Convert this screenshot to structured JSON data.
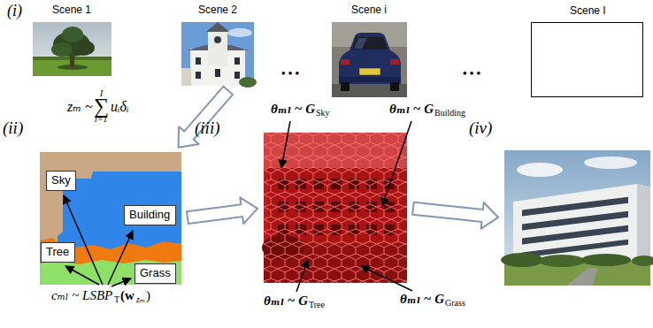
{
  "diagram": {
    "nodes": [
      {
        "text": [
          "Scene 1"
        ]
      },
      {
        "text": [
          "Scene 2"
        ]
      },
      {
        "text": [
          "Scene i"
        ]
      },
      {
        "text": [
          "Scene I"
        ]
      },
      {
        "text": [
          "(ii)"
        ]
      },
      {
        "text": [
          "Sky"
        ],
        "in": 4
      },
      {
        "text": [
          "Building"
        ],
        "in": 4
      },
      {
        "text": [
          "Tree"
        ],
        "in": 4
      },
      {
        "text": [
          "Grass"
        ],
        "in": 4
      },
      {
        "text": [
          "(iii)"
        ]
      },
      {
        "text": [
          "(iv)"
        ]
      }
    ],
    "edges": [
      {
        "from": 1,
        "to": 4,
        "arrow": "to"
      },
      {
        "from": 4,
        "to": 9,
        "arrow": "to"
      },
      {
        "from": 9,
        "to": 10,
        "arrow": "to"
      }
    ],
    "labels": [
      "(i)",
      "• • •",
      "• • •",
      "zₘ ~",
      "∑",
      "I",
      "i=1",
      "uᵢδᵢ",
      "θₘₗ ~ G",
      "Sky",
      "θₘₗ ~ G",
      "Building",
      "cₘₗ ~ LSBP",
      "T",
      "(w",
      "zₘ",
      ")",
      "θₘₗ ~ G",
      "Tree",
      "θₘₗ ~ G",
      "Grass"
    ]
  }
}
